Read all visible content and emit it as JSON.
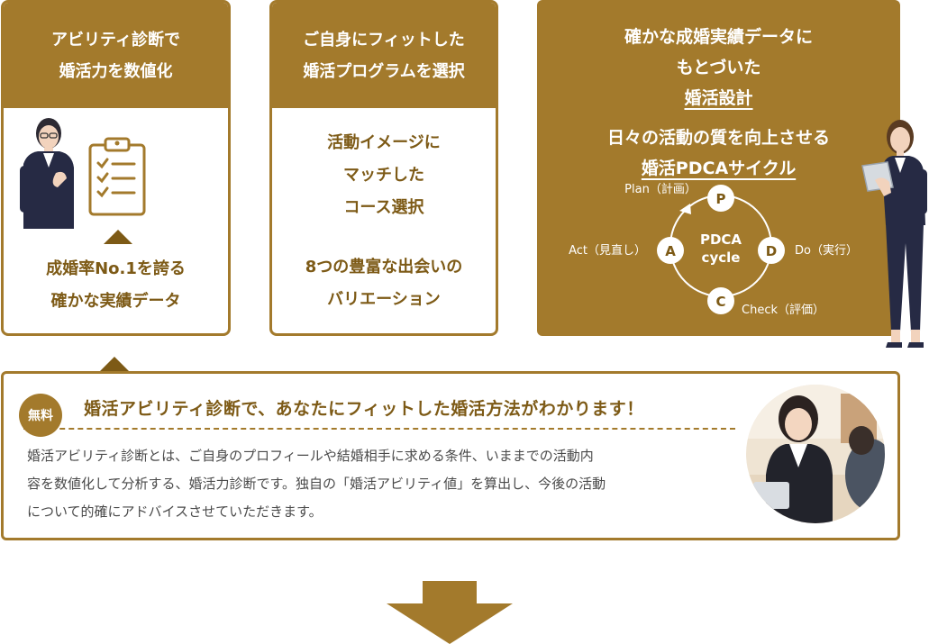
{
  "card1": {
    "head_lines": [
      "アビリティ診断で",
      "婚活力を数値化"
    ],
    "body_lines": [
      "成婚率No.1を誇る",
      "確かな実績データ"
    ]
  },
  "card2": {
    "head_lines": [
      "ご自身にフィットした",
      "婚活プログラムを選択"
    ],
    "body_block1": [
      "活動イメージに",
      "マッチした",
      "コース選択"
    ],
    "body_block2": [
      "8つの豊富な出会いの",
      "バリエーション"
    ]
  },
  "card3": {
    "line1": "確かな成婚実績データに",
    "line2_prefix": "もとづいた",
    "line2_underlined": "婚活設計",
    "line3": "日々の活動の質を向上させる",
    "line4_underlined": "婚活PDCAサイクル",
    "pdca": {
      "center_lines": [
        "PDCA",
        "cycle"
      ],
      "nodes": {
        "p": "P",
        "d": "D",
        "c": "C",
        "a": "A"
      },
      "labels": {
        "plan": "Plan（計画）",
        "do": "Do（実行）",
        "check": "Check（評価）",
        "act": "Act（見直し）"
      }
    }
  },
  "info": {
    "badge": "無料",
    "title": "婚活アビリティ診断で、あなたにフィットした婚活方法がわかります！",
    "body_lines": [
      "婚活アビリティ診断とは、ご自身のプロフィールや結婚相手に求める条件、いままでの活動内",
      "容を数値化して分析する、婚活力診断です。独自の「婚活アビリティ値」を算出し、今後の活動",
      "について的確にアドバイスさせていただきます。"
    ]
  },
  "colors": {
    "accent": "#a37a2c",
    "accent_dark": "#7d5a16",
    "text": "#4a4a4a"
  }
}
